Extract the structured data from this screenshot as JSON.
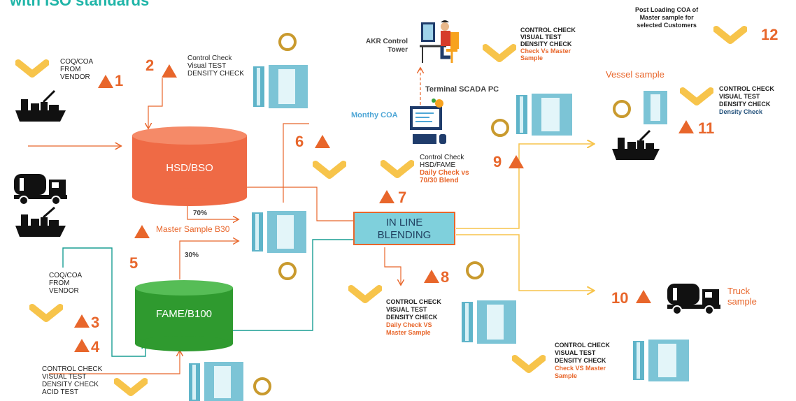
{
  "header": {
    "title_fragment": "with ISO standards"
  },
  "tanks": {
    "hsd": "HSD/BSO",
    "fame": "FAME/B100",
    "blending_line1": "IN LINE",
    "blending_line2": "BLENDING"
  },
  "ratios": {
    "hsd": "70%",
    "fame": "30%"
  },
  "vendor_top": [
    "COQ/COA",
    "FROM",
    "VENDOR"
  ],
  "vendor_bottom": [
    "COQ/COA",
    "FROM",
    "VENDOR"
  ],
  "step2_checks": [
    "Control Check",
    "Visual TEST",
    "DENSITY CHECK"
  ],
  "fame_checks": [
    "CONTROL CHECK",
    "VISUAL TEST",
    "DENSITY CHECK",
    "ACID TEST"
  ],
  "master_sample": "Master Sample B30",
  "monthly_coa": "Monthy COA",
  "scada": "Terminal SCADA PC",
  "tower": [
    "AKR Control",
    "Tower"
  ],
  "tower_checks": {
    "lines": [
      "CONTROL CHECK",
      "VISUAL TEST",
      "DENSITY CHECK"
    ],
    "highlight": [
      "Check Vs Master",
      "Sample"
    ]
  },
  "step7_checks": {
    "lines": [
      "Control Check",
      "HSD/FAME"
    ],
    "highlight": [
      "Daily Check vs",
      "70/30 Blend"
    ]
  },
  "step8_checks": {
    "lines": [
      "CONTROL CHECK",
      "VISUAL TEST",
      "DENSITY CHECK"
    ],
    "highlight": [
      "Daily Check VS",
      "Master Sample"
    ]
  },
  "truck_checks": {
    "lines": [
      "CONTROL CHECK",
      "VISUAL TEST",
      "DENSITY CHECK"
    ],
    "highlight": [
      "Check VS Master",
      "Sample"
    ]
  },
  "vessel_checks": {
    "lines": [
      "CONTROL CHECK",
      "VISUAL TEST",
      "DENSITY CHECK"
    ],
    "highlight": [
      "Density Check"
    ]
  },
  "post_loading": [
    "Post Loading COA of",
    "Master sample for",
    "selected Customers"
  ],
  "vessel_sample": "Vessel sample",
  "truck_sample": [
    "Truck",
    "sample"
  ],
  "steps": {
    "s1": "1",
    "s2": "2",
    "s3": "3",
    "s4": "4",
    "s5": "5",
    "s6": "6",
    "s7": "7",
    "s8": "8",
    "s9": "9",
    "s10": "10",
    "s11": "11",
    "s12": "12"
  },
  "colors": {
    "accent": "#e8662b",
    "chevron": "#f7c44b",
    "ring": "#c99a2e",
    "hsd": "#ef6a45",
    "fame": "#3aa33a",
    "blend": "#7fd0dc",
    "teal": "#1a9e94",
    "yellow_line": "#f7c44b"
  },
  "icons": [
    "ship-icon",
    "truck-icon",
    "computer-icon",
    "operator-icon",
    "sample-bottle-icon",
    "chevron-down-icon",
    "triangle-icon",
    "ring-icon"
  ]
}
